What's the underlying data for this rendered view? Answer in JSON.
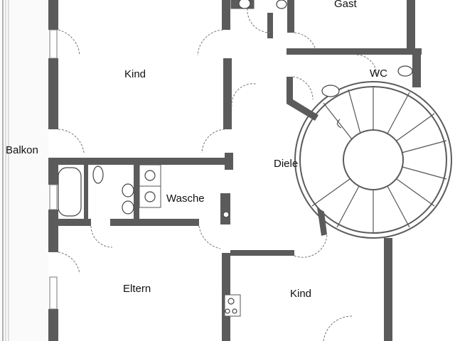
{
  "rooms": {
    "gast": "Gast",
    "wc": "WC",
    "kind_top": "Kind",
    "balkon": "Balkon",
    "diele": "Diele",
    "wasche": "Wasche",
    "eltern": "Eltern",
    "kind_bottom": "Kind"
  }
}
